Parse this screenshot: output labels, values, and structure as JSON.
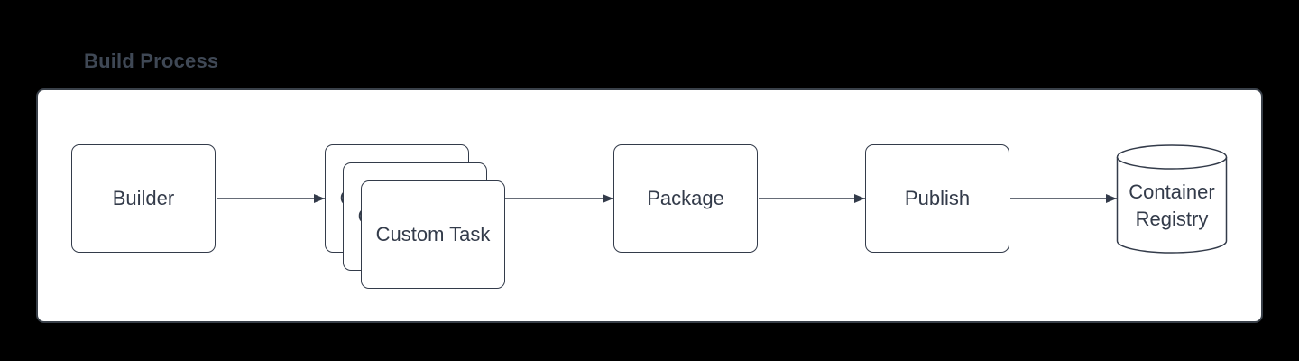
{
  "colors": {
    "background": "#000000",
    "canvas_fill": "#ffffff",
    "stroke": "#333b4a",
    "title_text": "#3f4855",
    "node_text": "#333b4a"
  },
  "diagram": {
    "title": "Build Process",
    "nodes": [
      {
        "id": "builder",
        "label": "Builder",
        "shape": "process"
      },
      {
        "id": "custom-task",
        "label": "Custom Task",
        "shape": "stacked-process",
        "stack_count": 3
      },
      {
        "id": "package",
        "label": "Package",
        "shape": "process"
      },
      {
        "id": "publish",
        "label": "Publish",
        "shape": "process"
      },
      {
        "id": "container-registry",
        "label": "Container Registry",
        "shape": "database-cylinder"
      }
    ],
    "edges": [
      {
        "from": "Builder",
        "to": "Custom Task"
      },
      {
        "from": "Custom Task",
        "to": "Package"
      },
      {
        "from": "Package",
        "to": "Publish"
      },
      {
        "from": "Publish",
        "to": "Container Registry"
      }
    ]
  }
}
